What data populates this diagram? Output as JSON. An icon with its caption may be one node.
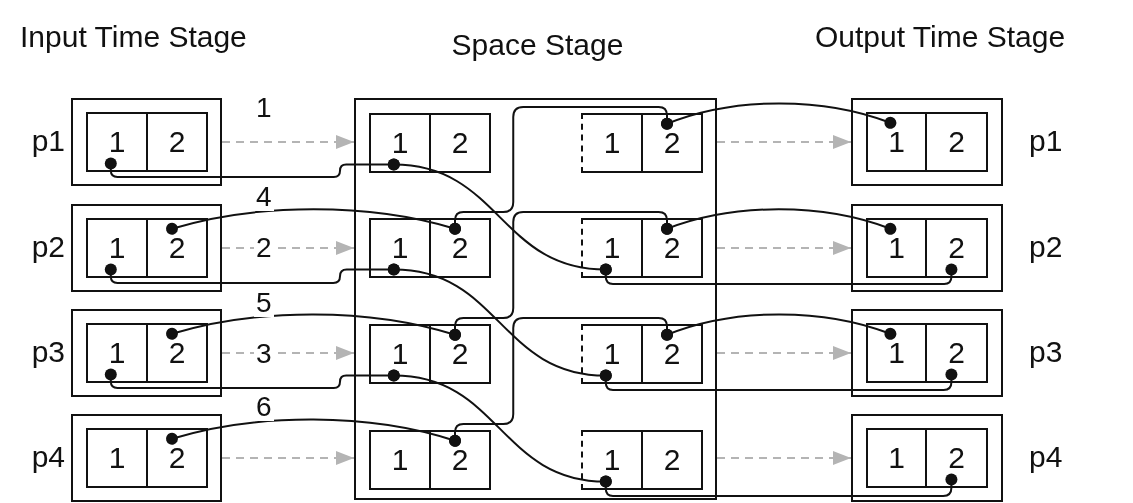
{
  "diagram": {
    "nodes": [
      {
        "text": [],
        "shape": "box",
        "beside": [
          "p1"
        ]
      },
      {
        "text": [
          "1"
        ],
        "in": 0
      },
      {
        "text": [
          "2"
        ],
        "in": 0
      },
      {
        "text": [],
        "shape": "box",
        "beside": [
          "p2"
        ]
      },
      {
        "text": [
          "1"
        ],
        "in": 3
      },
      {
        "text": [
          "2"
        ],
        "in": 3
      },
      {
        "text": [],
        "shape": "box",
        "beside": [
          "p3"
        ]
      },
      {
        "text": [
          "1"
        ],
        "in": 6
      },
      {
        "text": [
          "2"
        ],
        "in": 6
      },
      {
        "text": [],
        "shape": "box",
        "beside": [
          "p4"
        ]
      },
      {
        "text": [
          "1"
        ],
        "in": 9
      },
      {
        "text": [
          "2"
        ],
        "in": 9
      },
      {
        "text": [
          "Space Stage"
        ]
      },
      {
        "text": [
          "1"
        ],
        "in": 12
      },
      {
        "text": [
          "2"
        ],
        "in": 12
      },
      {
        "text": [
          "1"
        ],
        "in": 12
      },
      {
        "text": [
          "2"
        ],
        "in": 12
      },
      {
        "text": [
          "1"
        ],
        "in": 12
      },
      {
        "text": [
          "2"
        ],
        "in": 12
      },
      {
        "text": [
          "1"
        ],
        "in": 12
      },
      {
        "text": [
          "2"
        ],
        "in": 12
      },
      {
        "text": [
          "1"
        ],
        "in": 12
      },
      {
        "text": [
          "2"
        ],
        "in": 12
      },
      {
        "text": [
          "1"
        ],
        "in": 12
      },
      {
        "text": [
          "2"
        ],
        "in": 12
      },
      {
        "text": [
          "1"
        ],
        "in": 12
      },
      {
        "text": [
          "2"
        ],
        "in": 12
      },
      {
        "text": [
          "1"
        ],
        "in": 12
      },
      {
        "text": [
          "2"
        ],
        "in": 12
      },
      {
        "text": [],
        "shape": "box",
        "beside": [
          "p1"
        ]
      },
      {
        "text": [
          "1"
        ],
        "in": 29
      },
      {
        "text": [
          "2"
        ],
        "in": 29
      },
      {
        "text": [],
        "shape": "box",
        "beside": [
          "p2"
        ]
      },
      {
        "text": [
          "1"
        ],
        "in": 32
      },
      {
        "text": [
          "2"
        ],
        "in": 32
      },
      {
        "text": [],
        "shape": "box",
        "beside": [
          "p3"
        ]
      },
      {
        "text": [
          "1"
        ],
        "in": 35
      },
      {
        "text": [
          "2"
        ],
        "in": 35
      },
      {
        "text": [],
        "shape": "box",
        "beside": [
          "p4"
        ]
      },
      {
        "text": [
          "1"
        ],
        "in": 38
      },
      {
        "text": [
          "2"
        ],
        "in": 38
      }
    ],
    "edges": [
      {
        "from": 1,
        "to": 13,
        "arrow": "other",
        "label": "1"
      },
      {
        "from": 13,
        "to": 19,
        "arrow": "other"
      },
      {
        "from": 19,
        "to": 34,
        "arrow": "other"
      },
      {
        "from": 5,
        "to": 18,
        "arrow": "other",
        "label": "4"
      },
      {
        "from": 18,
        "to": 16,
        "arrow": "other"
      },
      {
        "from": 16,
        "to": 30,
        "arrow": "other"
      },
      {
        "from": 4,
        "to": 17,
        "arrow": "other",
        "label": "2"
      },
      {
        "from": 17,
        "to": 23,
        "arrow": "other"
      },
      {
        "from": 23,
        "to": 37,
        "arrow": "other"
      },
      {
        "from": 8,
        "to": 22,
        "arrow": "other",
        "label": "5"
      },
      {
        "from": 22,
        "to": 20,
        "arrow": "other"
      },
      {
        "from": 20,
        "to": 33,
        "arrow": "other"
      },
      {
        "from": 7,
        "to": 21,
        "arrow": "other",
        "label": "3"
      },
      {
        "from": 21,
        "to": 27,
        "arrow": "other"
      },
      {
        "from": 27,
        "to": 40,
        "arrow": "other"
      },
      {
        "from": 11,
        "to": 26,
        "arrow": "other",
        "label": "6"
      },
      {
        "from": 26,
        "to": 24,
        "arrow": "other"
      },
      {
        "from": 24,
        "to": 36,
        "arrow": "other"
      },
      {
        "from": 0,
        "to": 12,
        "arrow": "to",
        "style": "dashed",
        "color": "#b4b4b4"
      },
      {
        "from": 3,
        "to": 12,
        "arrow": "to",
        "style": "dashed",
        "color": "#b4b4b4"
      },
      {
        "from": 6,
        "to": 12,
        "arrow": "to",
        "style": "dashed",
        "color": "#b4b4b4"
      },
      {
        "from": 9,
        "to": 12,
        "arrow": "to",
        "style": "dashed",
        "color": "#b4b4b4"
      },
      {
        "from": 12,
        "to": 29,
        "arrow": "to",
        "style": "dashed",
        "color": "#b4b4b4"
      },
      {
        "from": 12,
        "to": 32,
        "arrow": "to",
        "style": "dashed",
        "color": "#b4b4b4"
      },
      {
        "from": 12,
        "to": 35,
        "arrow": "to",
        "style": "dashed",
        "color": "#b4b4b4"
      },
      {
        "from": 12,
        "to": 38,
        "arrow": "to",
        "style": "dashed",
        "color": "#b4b4b4"
      }
    ],
    "labels": [
      "Input Time Stage",
      "Output Time Stage"
    ]
  }
}
